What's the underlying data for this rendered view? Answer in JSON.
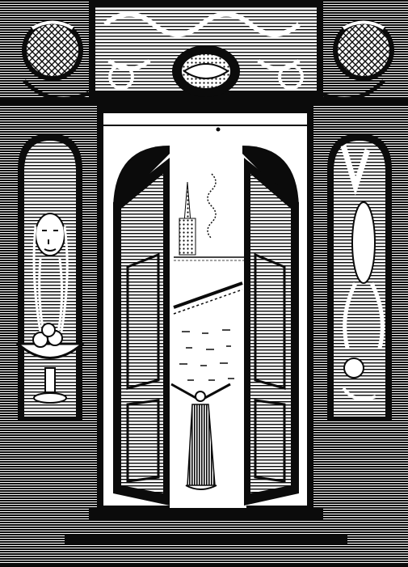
{
  "image": {
    "subject": "engraved-doorway-illustration",
    "colors": {
      "ink": "#0b0b0b",
      "paper": "#ffffff",
      "mid": "#6a6a6a"
    },
    "elements": [
      "cartouche-ornament",
      "left-globe",
      "right-globe",
      "left-niche-face-with-bowl",
      "right-niche-hanging-figure",
      "open-door-left",
      "open-door-right",
      "distant-city-skyline",
      "bridge",
      "robed-figure-arms-raised",
      "stone-steps"
    ]
  }
}
